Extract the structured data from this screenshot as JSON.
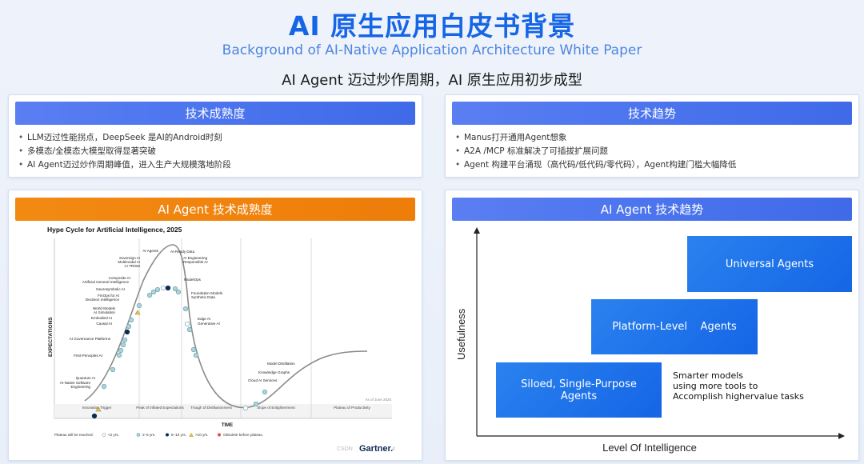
{
  "header": {
    "title": "AI 原生应用白皮书背景",
    "subtitle": "Background of AI-Native Application Architecture White Paper",
    "tagline": "AI Agent 迈过炒作周期，AI 原生应用初步成型"
  },
  "tech_maturity": {
    "heading": "技术成熟度",
    "bullets": [
      "LLM迈过性能拐点，DeepSeek 是AI的Android时刻",
      "多模态/全模态大模型取得显著突破",
      "AI Agent迈过炒作周期峰值，进入生产大规模落地阶段"
    ]
  },
  "tech_trend": {
    "heading": "技术趋势",
    "bullets": [
      "Manus打开通用Agent想象",
      "A2A /MCP 标准解决了可插拔扩展问题",
      "Agent  构建平台涌现（高代码/低代码/零代码），Agent构建门槛大幅降低"
    ]
  },
  "hype_card": {
    "heading": "AI Agent  技术成熟度",
    "chart_title": "Hype Cycle for Artificial Intelligence, 2025",
    "y_axis": "EXPECTATIONS",
    "x_axis": "TIME",
    "as_of": "As of June 2025",
    "phases": [
      "Innovation Trigger",
      "Peak of Inflated Expectations",
      "Trough of Disillusionment",
      "Slope of Enlightenment",
      "Plateau of Productivity"
    ],
    "legend_title": "Plateau will be reached:",
    "legend": [
      "<2 yrs.",
      "2–5 yrs.",
      "5–10 yrs.",
      ">10 yrs.",
      "Obsolete before plateau"
    ],
    "brand": "Gartner.",
    "watermark": "CSDN",
    "watermark_tail": "4",
    "colors": {
      "lt2": "#ffffff",
      "y2to5": "#a8d4dc",
      "y5to10": "#0d2a52",
      "gt10": "#e8c84a",
      "obsolete": "#e8493c"
    }
  },
  "trend_card": {
    "heading": "AI Agent  技术趋势",
    "y_axis": "Usefulness",
    "x_axis": "Level Of Intelligence",
    "boxes": {
      "universal": "Universal Agents",
      "platform": "Platform-Level    Agents",
      "siloed_1": "Siloed, Single-Purpose",
      "siloed_2": "Agents"
    },
    "note": [
      "Smarter models",
      "using more tools to",
      "Accomplish highervalue tasks"
    ]
  },
  "chart_data": {
    "type": "scatter",
    "title": "Hype Cycle for Artificial Intelligence, 2025",
    "xlabel": "TIME",
    "ylabel": "EXPECTATIONS",
    "labels_left_side": [
      "AI Agents",
      "Sovereign AI",
      "Multimodal AI",
      "AI TRiSM",
      "Composite AI",
      "Artificial General Intelligence",
      "Neurosymbolic AI",
      "FinOps for AI",
      "Decision Intelligence",
      "World Models",
      "AI Simulation",
      "Embodied AI",
      "Causal AI",
      "AI Governance Platforms",
      "First-Principles AI",
      "Quantum AI",
      "AI-Native Software",
      "Engineering"
    ],
    "labels_right_side": [
      "AI-Ready Data",
      "AI Engineering",
      "Responsible AI",
      "ModelOps",
      "Foundation Models",
      "Synthetic Data",
      "Edge AI",
      "Generative AI",
      "Model Distillation",
      "Knowledge Graphs",
      "Cloud AI Services"
    ]
  }
}
